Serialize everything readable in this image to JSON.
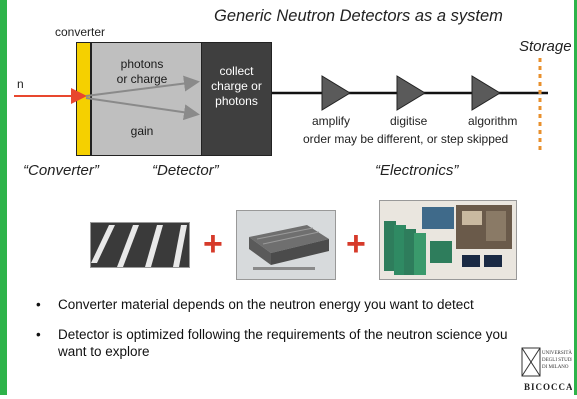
{
  "slide": {
    "title": "Generic Neutron Detectors as a system",
    "labels": {
      "converter_top": "converter",
      "incoming": "n",
      "storage": "Storage"
    },
    "detector": {
      "photons_line1": "photons",
      "photons_line2": "or charge",
      "gain": "gain",
      "collect_line1": "collect",
      "collect_line2": "charge or",
      "collect_line3": "photons"
    },
    "electronics": {
      "stages": [
        "amplify",
        "digitise",
        "algorithm"
      ],
      "note": "order may be different, or step skipped"
    },
    "captions": {
      "converter": "“Converter”",
      "detector": "“Detector”",
      "electronics": "“Electronics”"
    },
    "plus": "+",
    "bullets": [
      "Converter material depends on the neutron energy you want to detect",
      "Detector is optimized following the requirements of the neutron science you want to explore"
    ],
    "bullet_symbol": "•",
    "logo_text": {
      "line1": "UNIVERSITÀ",
      "line2": "DEGLI STUDI",
      "line3": "DI MILANO",
      "line4": "BICOCCA"
    },
    "colors": {
      "accent_green": "#2db34a",
      "neutron_arrow": "#e8472e",
      "converter_yellow": "#f5d000",
      "detector_gray": "#bfbfbf",
      "readout_dark": "#3f3f3f",
      "storage_dash": "#e8902e",
      "plus_red": "#d63a2a"
    }
  }
}
